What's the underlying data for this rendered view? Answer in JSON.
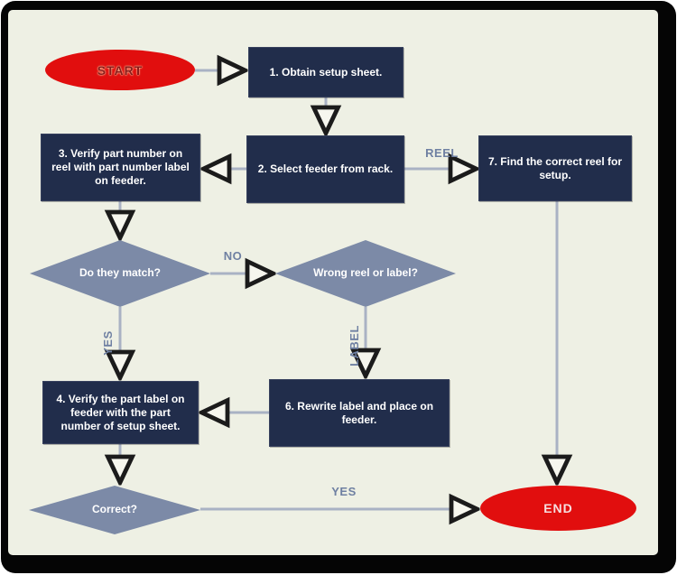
{
  "flowchart": {
    "terminals": {
      "start": "START",
      "end": "END"
    },
    "processes": {
      "step1": "1. Obtain setup sheet.",
      "step2": "2. Select feeder from rack.",
      "step3": "3. Verify part number on reel with part number label on feeder.",
      "step4": "4. Verify the part label on feeder with the part number of setup sheet.",
      "step6": "6. Rewrite label and place on feeder.",
      "step7": "7. Find the correct reel for setup."
    },
    "decisions": {
      "match": "Do they match?",
      "wrong": "Wrong reel or label?",
      "correct": "Correct?"
    },
    "edge_labels": {
      "no": "NO",
      "yes_match": "YES",
      "reel": "REEL",
      "label": "LABEL",
      "yes_correct": "YES"
    },
    "colors": {
      "background": "#eef0e4",
      "frame": "#050505",
      "process_fill": "#212d4b",
      "decision_fill": "#7c8aa7",
      "terminal_fill": "#e10e0e",
      "process_text": "#ffffff",
      "start_text": "#8c1a1a",
      "end_text": "#f6dfe0",
      "line": "#a9b2c4",
      "edge_label_text": "#6f80a2"
    }
  }
}
